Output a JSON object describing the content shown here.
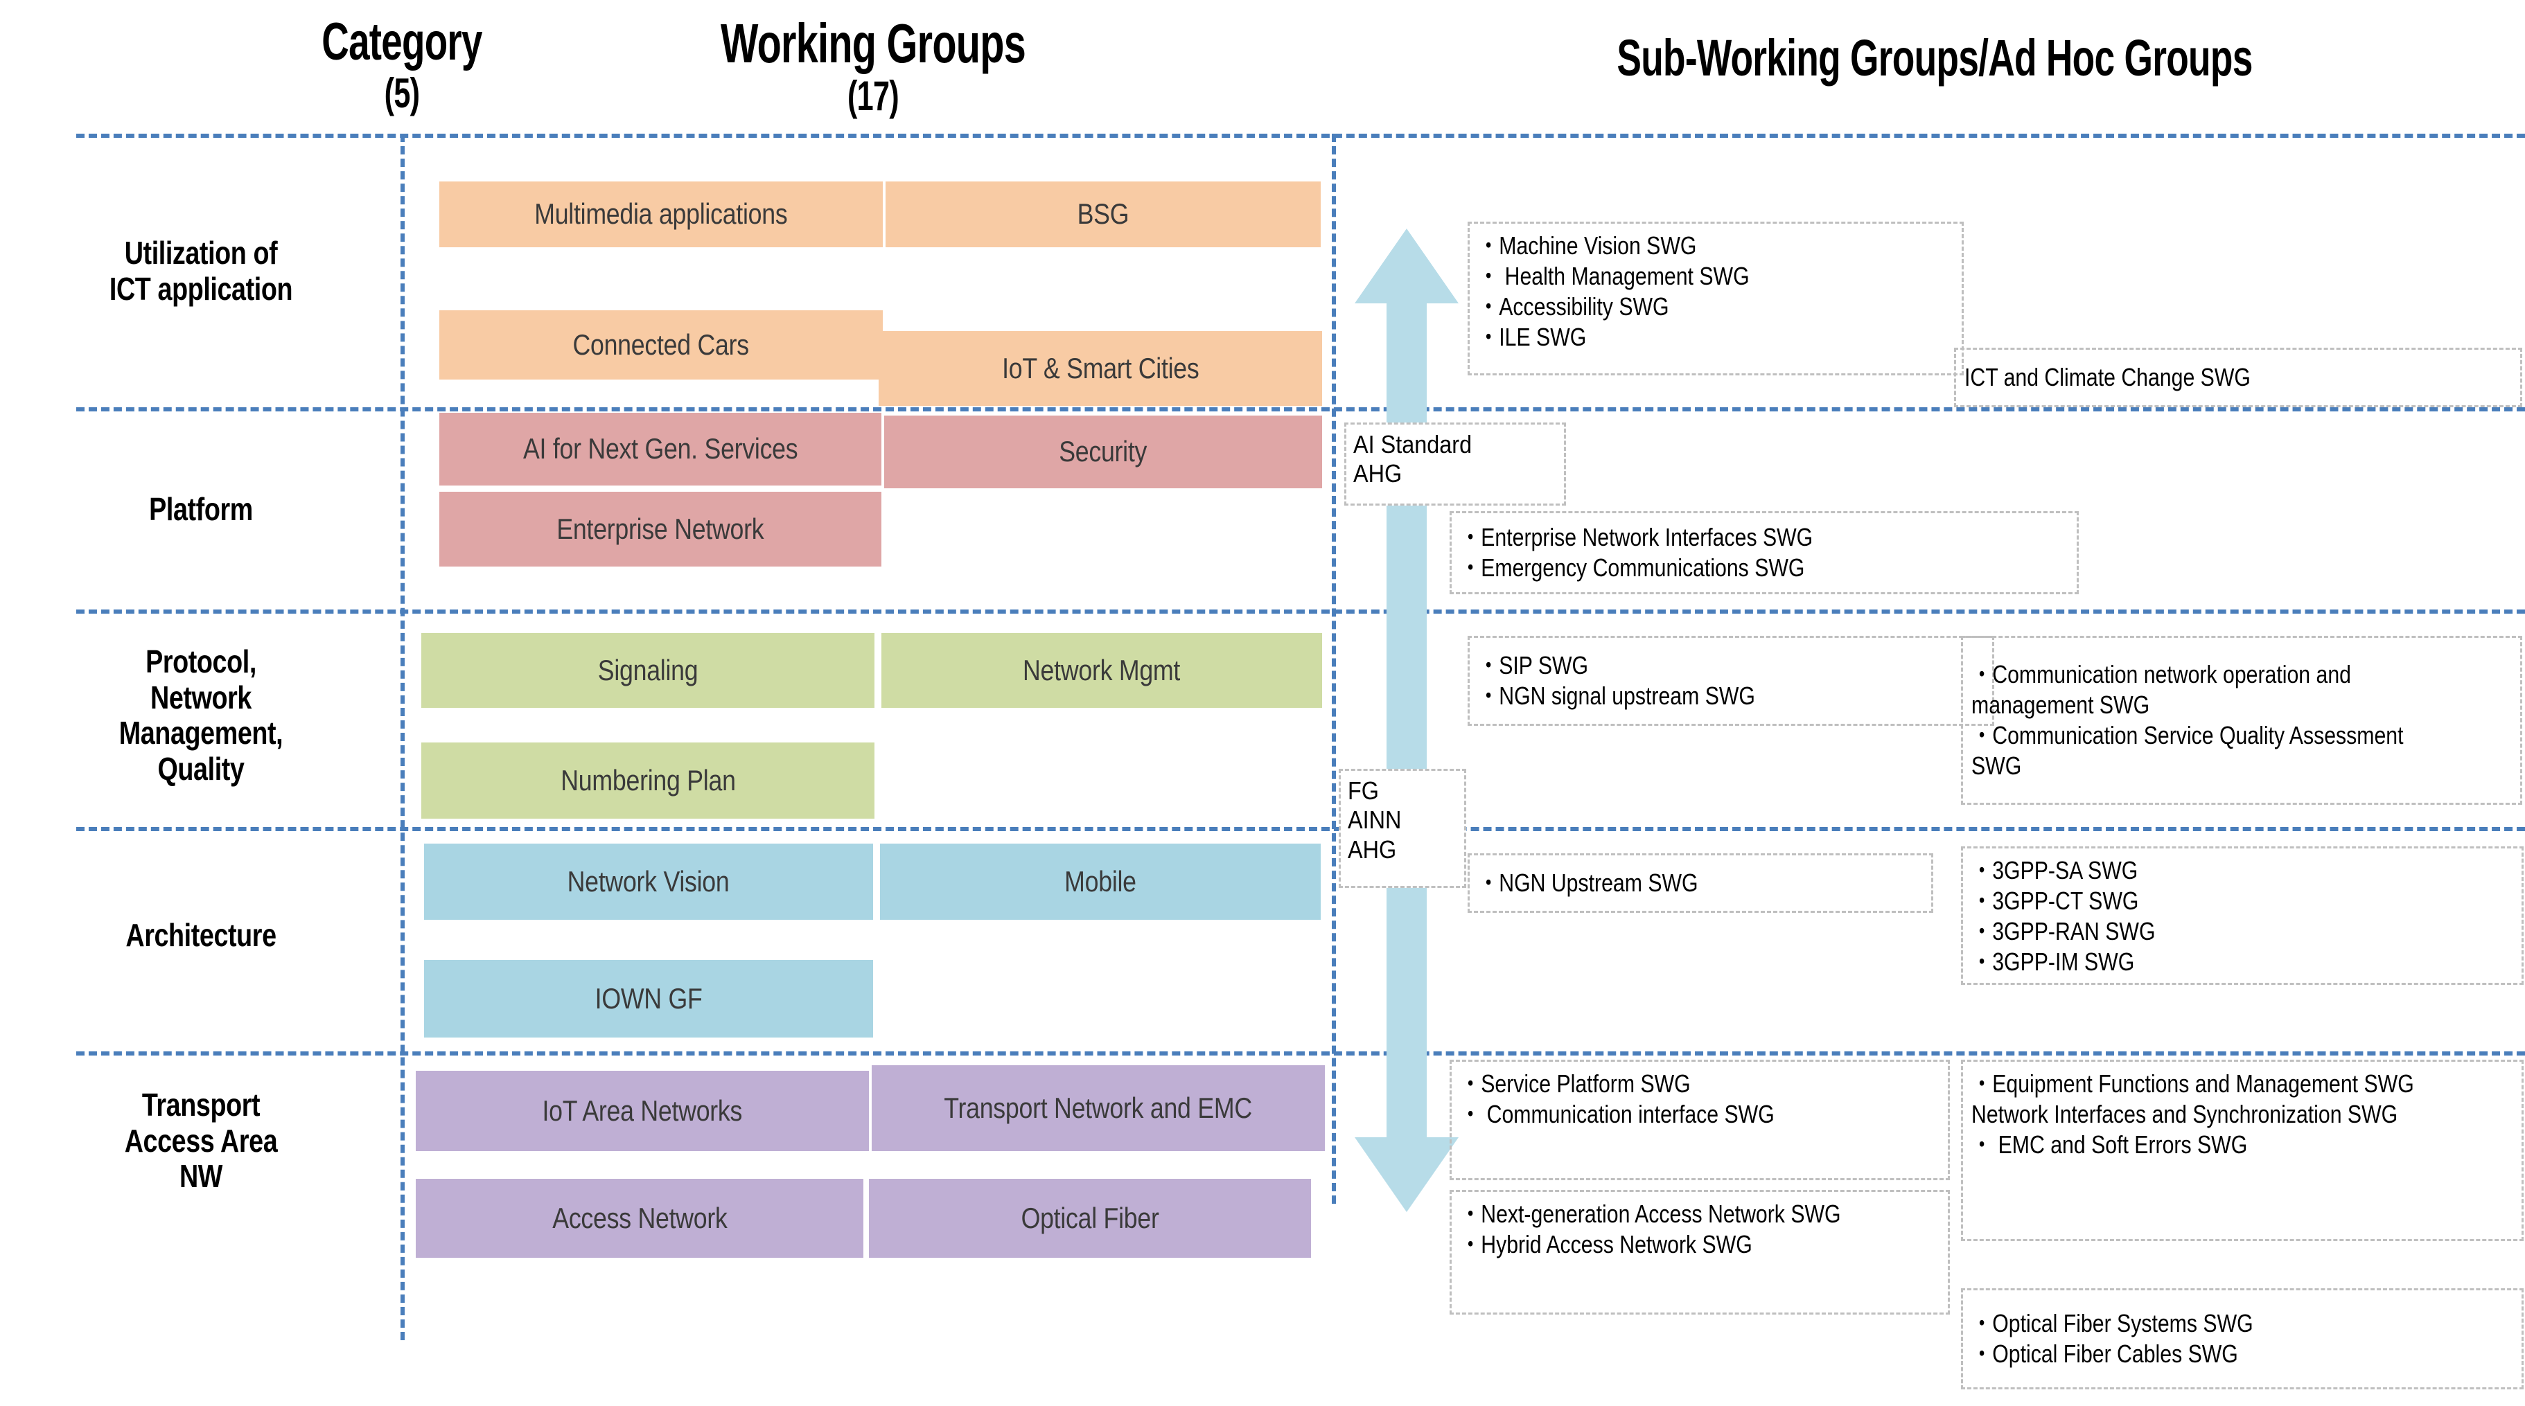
{
  "headers": {
    "category": "Category",
    "category_count": "(5)",
    "working_groups": "Working Groups",
    "working_groups_count": "(17)",
    "sub_working_groups": "Sub-Working Groups/Ad Hoc Groups"
  },
  "colors": {
    "grid_line": "#4A7EBB",
    "dashed_box": "#BFBFBF",
    "arrow": "#B7DCE8",
    "orange": "#F8CBA4",
    "pink": "#DFA6A6",
    "green": "#CFDCA4",
    "blue": "#A9D5E3",
    "purple": "#BFAFD4"
  },
  "rows": [
    {
      "category": "Utilization of\nICT application",
      "category_line1": "Utilization of",
      "category_line2": "ICT application"
    },
    {
      "category": "Platform"
    },
    {
      "category": "Protocol, Network Management, Quality",
      "category_line1": "Protocol,",
      "category_line2": "Network",
      "category_line3": "Management,",
      "category_line4": "Quality"
    },
    {
      "category": "Architecture"
    },
    {
      "category": "Transport Access Area NW",
      "category_line1": "Transport",
      "category_line2": "Access Area",
      "category_line3": "NW"
    }
  ],
  "working_groups": [
    {
      "label": "Multimedia applications",
      "color": "orange"
    },
    {
      "label": "BSG",
      "color": "orange"
    },
    {
      "label": "Connected Cars",
      "color": "orange"
    },
    {
      "label": "IoT & Smart Cities",
      "color": "orange"
    },
    {
      "label": "AI for Next Gen. Services",
      "color": "pink"
    },
    {
      "label": "Security",
      "color": "pink"
    },
    {
      "label": "Enterprise Network",
      "color": "pink"
    },
    {
      "label": "Signaling",
      "color": "green"
    },
    {
      "label": "Network Mgmt",
      "color": "green"
    },
    {
      "label": "Numbering Plan",
      "color": "green"
    },
    {
      "label": "Network Vision",
      "color": "blue"
    },
    {
      "label": "Mobile",
      "color": "blue"
    },
    {
      "label": "IOWN GF",
      "color": "blue"
    },
    {
      "label": "IoT Area Networks",
      "color": "purple"
    },
    {
      "label": "Transport Network and EMC",
      "color": "purple"
    },
    {
      "label": "Access Network",
      "color": "purple"
    },
    {
      "label": "Optical Fiber",
      "color": "purple"
    }
  ],
  "ad_hoc_groups": [
    {
      "id": "ai-standard-ahg",
      "lines": [
        "AI Standard",
        "AHG"
      ]
    },
    {
      "id": "fg-ainn-ahg",
      "lines": [
        "FG",
        "AINN",
        "AHG"
      ]
    }
  ],
  "sub_working_groups": [
    {
      "id": "utilization-swg",
      "lines": [
        "・Machine Vision SWG",
        "・ Health Management SWG",
        "・Accessibility SWG",
        "・ILE SWG"
      ]
    },
    {
      "id": "ict-climate-swg",
      "lines": [
        "ICT and Climate Change SWG"
      ]
    },
    {
      "id": "platform-swg",
      "lines": [
        "・Enterprise Network Interfaces SWG",
        "・Emergency Communications SWG"
      ]
    },
    {
      "id": "protocol-swg",
      "lines": [
        "・SIP SWG",
        "・NGN signal upstream SWG"
      ]
    },
    {
      "id": "network-mgmt-swg",
      "lines": [
        "・Communication network operation and management SWG",
        "・Communication Service Quality Assessment SWG"
      ]
    },
    {
      "id": "ngn-upstream-swg",
      "lines": [
        "・NGN Upstream SWG"
      ]
    },
    {
      "id": "3gpp-swg",
      "lines": [
        "・3GPP-SA SWG",
        "・3GPP-CT SWG",
        "・3GPP-RAN SWG",
        "・3GPP-IM SWG"
      ]
    },
    {
      "id": "service-platform-swg",
      "lines": [
        "・Service Platform SWG",
        "・ Communication interface SWG"
      ]
    },
    {
      "id": "equipment-functions-swg",
      "lines": [
        "・Equipment Functions and Management SWG",
        "Network Interfaces and Synchronization SWG",
        "・ EMC and Soft Errors SWG"
      ]
    },
    {
      "id": "next-gen-access-swg",
      "lines": [
        "・Next-generation Access Network SWG",
        "・Hybrid Access Network SWG"
      ]
    },
    {
      "id": "optical-fiber-swg",
      "lines": [
        "・Optical Fiber Systems SWG",
        "・Optical Fiber Cables SWG"
      ]
    }
  ]
}
